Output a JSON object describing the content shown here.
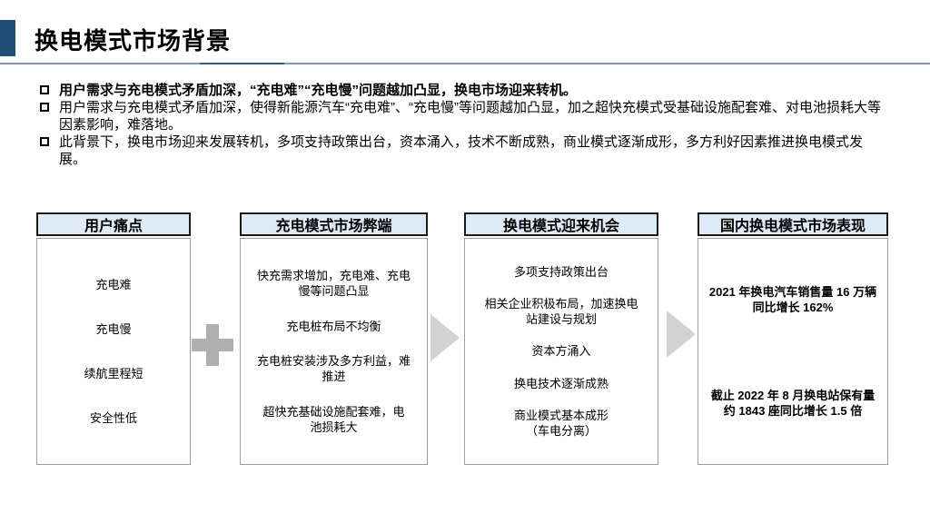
{
  "title": "换电模式市场背景",
  "bullets": [
    {
      "text": "用户需求与充电模式矛盾加深，“充电难”“充电慢”问题越加凸显，换电市场迎来转机。",
      "bold": true
    },
    {
      "text": "用户需求与充电模式矛盾加深，使得新能源汽车“充电难”、“充电慢”等问题越加凸显，加之超快充模式受基础设施配套难、对电池损耗大等因素影响，难落地。",
      "bold": false
    },
    {
      "text": "此背景下，换电市场迎来发展转机，多项支持政策出台，资本涌入，技术不断成熟，商业模式逐渐成形，多方利好因素推进换电模式发展。",
      "bold": false
    }
  ],
  "boxes": [
    {
      "header": "用户痛点",
      "items": [
        "充电难",
        "充电慢",
        "续航里程短",
        "安全性低"
      ]
    },
    {
      "header": "充电模式市场弊端",
      "items": [
        "快充需求增加，充电难、充电\n慢等问题凸显",
        "充电桩布局不均衡",
        "充电桩安装涉及多方利益，难\n推进",
        "超快充基础设施配套难，电\n池损耗大"
      ]
    },
    {
      "header": "换电模式迎来机会",
      "items": [
        "多项支持政策出台",
        "相关企业积极布局，加速换电\n站建设与规划",
        "资本方涌入",
        "换电技术逐渐成熟",
        "商业模式基本成形\n（车电分离）"
      ]
    },
    {
      "header": "国内换电模式市场表现",
      "items": [
        "2021 年换电汽车销售量 16 万辆\n同比增长 162%",
        "截止 2022 年 8 月换电站保有量\n约 1843 座同比增长 1.5 倍"
      ]
    }
  ],
  "connectors": [
    {
      "type": "plus"
    },
    {
      "type": "arrow-right"
    },
    {
      "type": "arrow-right"
    }
  ],
  "colors": {
    "accent_square": "#1F4E79",
    "divider": "#7D99BB",
    "divider_dark": "#2E5B97",
    "box_header_fill": "#DEEBF7",
    "plus": "#AFAFAF",
    "arrow": "#D2D2D2"
  }
}
